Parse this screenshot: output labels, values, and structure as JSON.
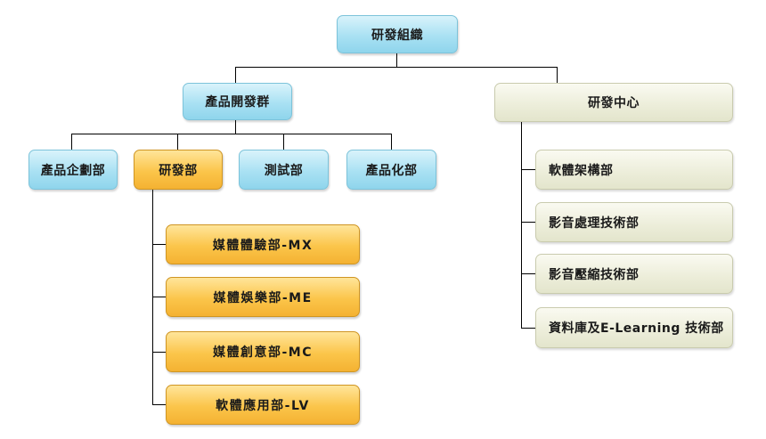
{
  "org_chart": {
    "root": {
      "label": "研發組織"
    },
    "product_group": {
      "label": "產品開發群",
      "departments": {
        "planning": "產品企劃部",
        "rd": "研發部",
        "testing": "測試部",
        "productization": "產品化部"
      },
      "rd_units": {
        "mx": "媒體體驗部-MX",
        "me": "媒體娛樂部-ME",
        "mc": "媒體創意部-MC",
        "lv": "軟體應用部-LV"
      }
    },
    "rd_center": {
      "label": "研發中心",
      "units": {
        "software_arch": "軟體架構部",
        "image_processing": "影音處理技術部",
        "compression": "影音壓縮技術部",
        "database": "資料庫及E-Learning 技術部"
      }
    }
  },
  "colors": {
    "blue_box": "#a9e1f3",
    "orange_box": "#fbc54a",
    "beige_box": "#ecedd9",
    "connector": "#000000"
  }
}
